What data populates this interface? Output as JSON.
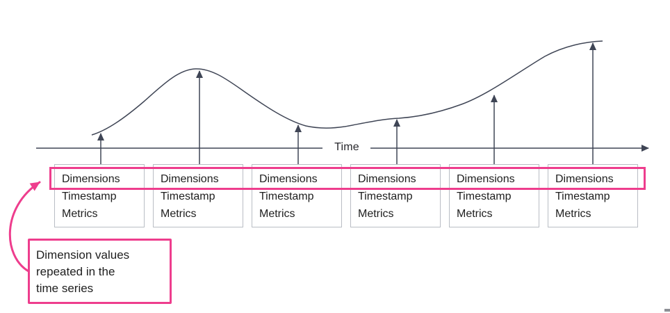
{
  "diagram": {
    "axis_label": "Time",
    "curve_description": "hand-drawn time series curve with two rises and a dip",
    "records": [
      {
        "dimensions": "Dimensions",
        "timestamp": "Timestamp",
        "metrics": "Metrics"
      },
      {
        "dimensions": "Dimensions",
        "timestamp": "Timestamp",
        "metrics": "Metrics"
      },
      {
        "dimensions": "Dimensions",
        "timestamp": "Timestamp",
        "metrics": "Metrics"
      },
      {
        "dimensions": "Dimensions",
        "timestamp": "Timestamp",
        "metrics": "Metrics"
      },
      {
        "dimensions": "Dimensions",
        "timestamp": "Timestamp",
        "metrics": "Metrics"
      },
      {
        "dimensions": "Dimensions",
        "timestamp": "Timestamp",
        "metrics": "Metrics"
      }
    ],
    "callout": {
      "lines": [
        "Dimension values",
        "repeated in the",
        "time series"
      ]
    },
    "colors": {
      "accent_pink": "#ee3d8d",
      "line_dark": "#3f4555",
      "box_border": "#b9bdc4",
      "text": "#1e1e1e"
    }
  }
}
